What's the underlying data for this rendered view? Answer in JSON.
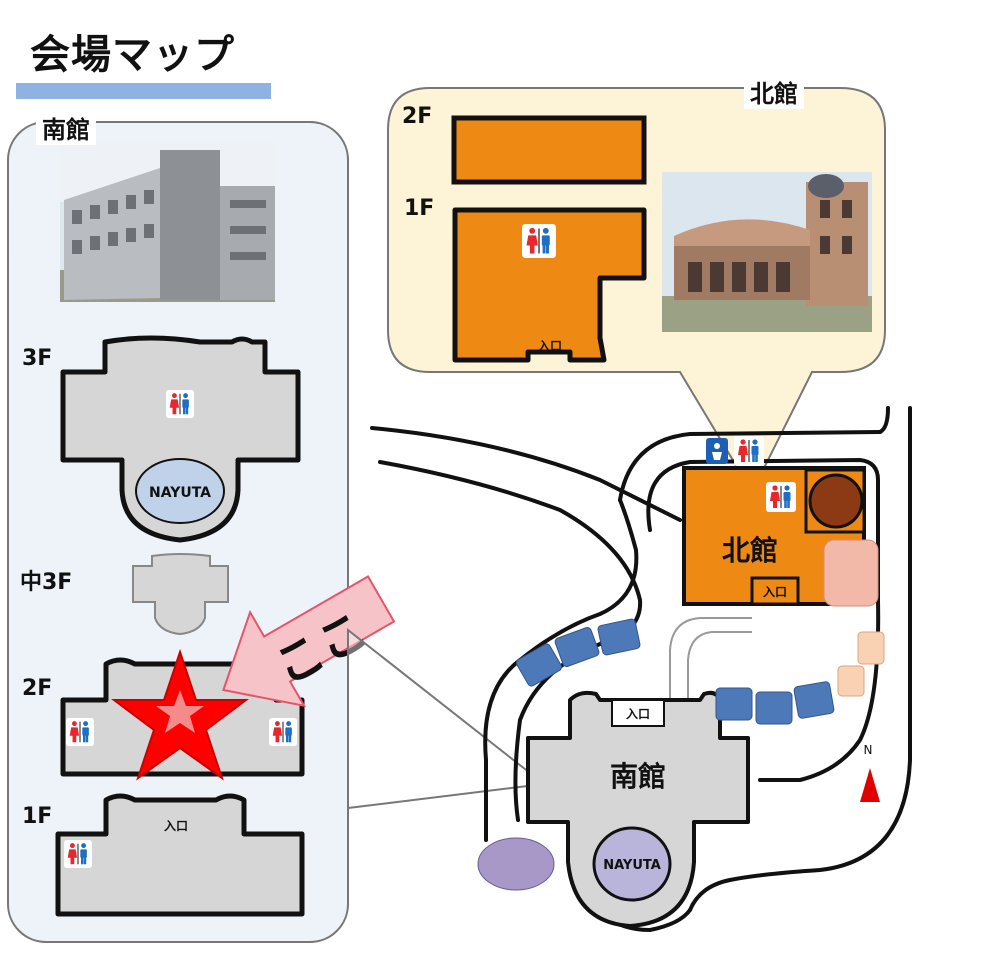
{
  "title": "会場マップ",
  "south_panel": {
    "label": "南館",
    "floors": [
      "3F",
      "中3F",
      "2F",
      "1F"
    ],
    "nayuta_label": "NAYUTA",
    "entrance_label": "入口",
    "here_text": "ここ"
  },
  "north_panel": {
    "label": "北館",
    "floors": [
      "2F",
      "1F"
    ],
    "entrance_label": "入口"
  },
  "map": {
    "north_building": "北館",
    "south_building": "南館",
    "nayuta": "NAYUTA",
    "north_entrance": "入口",
    "south_entrance": "入口",
    "compass": "N"
  },
  "colors": {
    "orange": "#ee8a14",
    "panel_blue_bg": "#eef3fa",
    "panel_cream_bg": "#fdf3d6",
    "title_underline": "#8eb2e2",
    "parking_blue": "#4d79b8",
    "here_star": "#ff0000"
  }
}
